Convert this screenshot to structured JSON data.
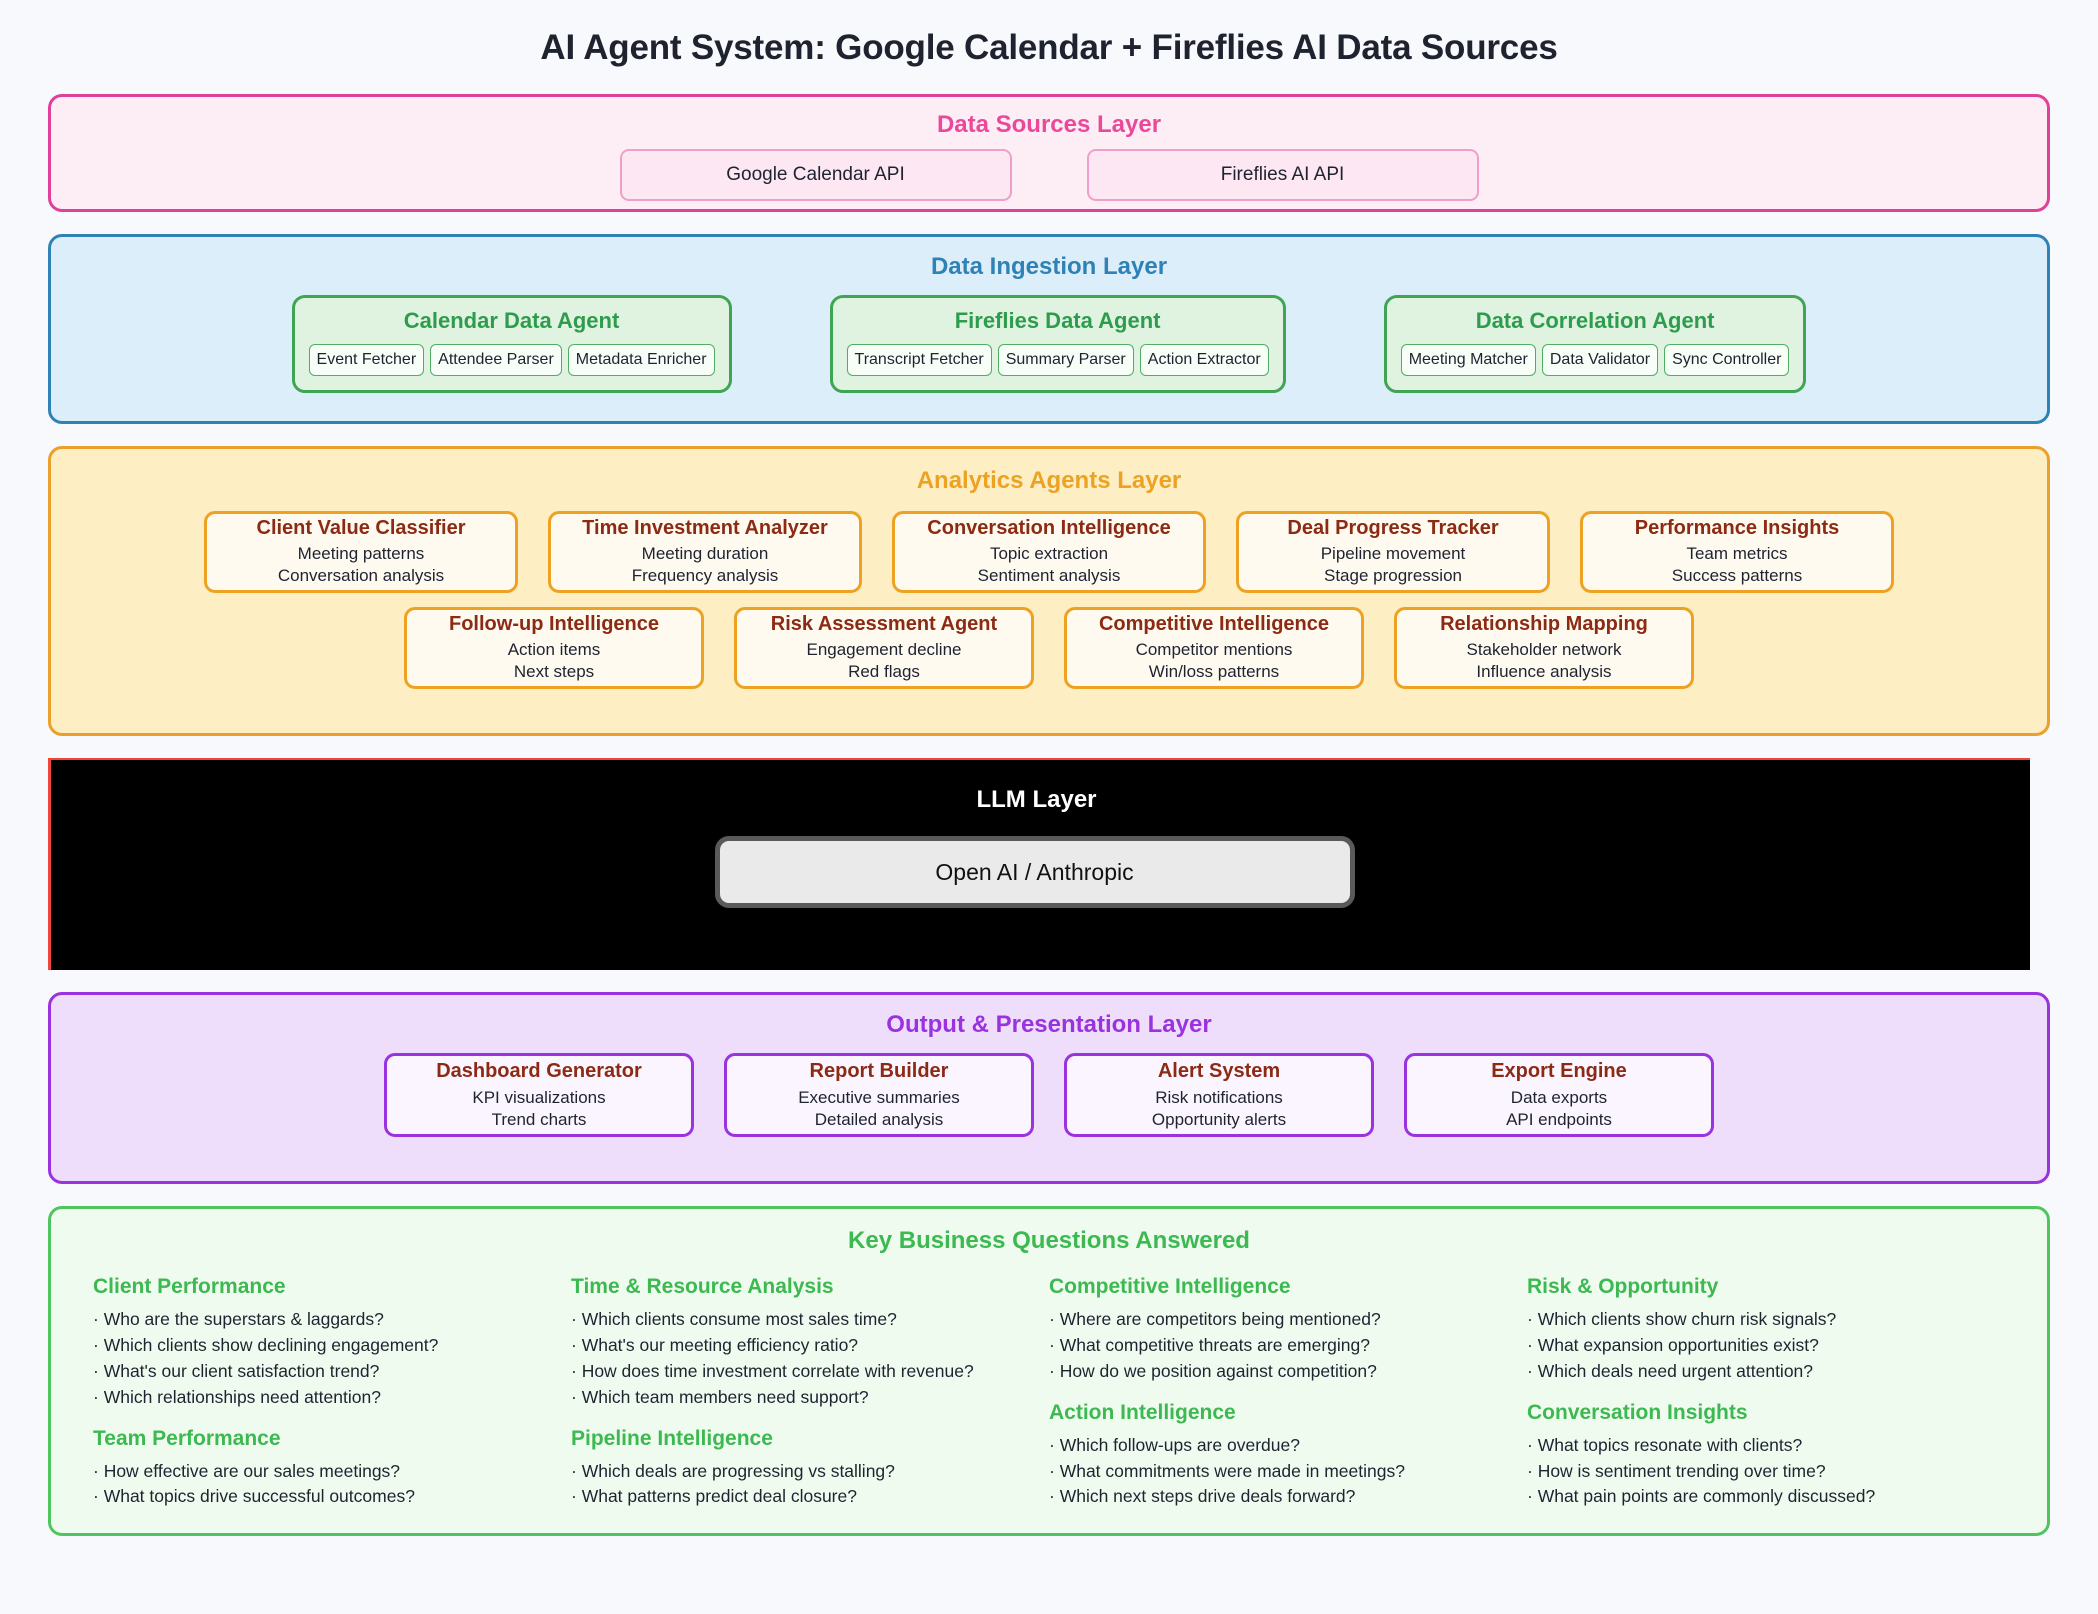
{
  "page": {
    "title": "AI Agent System: Google Calendar + Fireflies AI Data Sources"
  },
  "colors": {
    "sources_accent": "#ec4899",
    "ingestion_accent": "#2f82b5",
    "analytics_accent": "#eda224",
    "llm_bg": "#000000",
    "llm_accent": "#f0443c",
    "output_accent": "#9a32e0",
    "questions_accent": "#3cb950",
    "card_title": "#8c2a14",
    "agent_green": "#2e9c4d"
  },
  "sources_layer": {
    "title": "Data Sources Layer",
    "items": [
      {
        "label": "Google Calendar API"
      },
      {
        "label": "Fireflies AI API"
      }
    ]
  },
  "ingestion_layer": {
    "title": "Data Ingestion Layer",
    "agents": [
      {
        "title": "Calendar Data Agent",
        "chips": [
          "Event Fetcher",
          "Attendee Parser",
          "Metadata Enricher"
        ]
      },
      {
        "title": "Fireflies Data Agent",
        "chips": [
          "Transcript Fetcher",
          "Summary Parser",
          "Action Extractor"
        ]
      },
      {
        "title": "Data Correlation Agent",
        "chips": [
          "Meeting Matcher",
          "Data Validator",
          "Sync Controller"
        ]
      }
    ]
  },
  "analytics_layer": {
    "title": "Analytics Agents Layer",
    "row1": [
      {
        "title": "Client Value Classifier",
        "line1": "Meeting patterns",
        "line2": "Conversation analysis"
      },
      {
        "title": "Time Investment Analyzer",
        "line1": "Meeting duration",
        "line2": "Frequency analysis"
      },
      {
        "title": "Conversation Intelligence",
        "line1": "Topic extraction",
        "line2": "Sentiment analysis"
      },
      {
        "title": "Deal Progress Tracker",
        "line1": "Pipeline movement",
        "line2": "Stage progression"
      },
      {
        "title": "Performance Insights",
        "line1": "Team metrics",
        "line2": "Success patterns"
      }
    ],
    "row2": [
      {
        "title": "Follow-up Intelligence",
        "line1": "Action items",
        "line2": "Next steps"
      },
      {
        "title": "Risk Assessment Agent",
        "line1": "Engagement decline",
        "line2": "Red flags"
      },
      {
        "title": "Competitive Intelligence",
        "line1": "Competitor mentions",
        "line2": "Win/loss patterns"
      },
      {
        "title": "Relationship Mapping",
        "line1": "Stakeholder network",
        "line2": "Influence analysis"
      }
    ]
  },
  "llm_layer": {
    "title": "LLM Layer",
    "provider": "Open AI / Anthropic"
  },
  "output_layer": {
    "title": "Output & Presentation Layer",
    "cards": [
      {
        "title": "Dashboard Generator",
        "line1": "KPI visualizations",
        "line2": "Trend charts"
      },
      {
        "title": "Report Builder",
        "line1": "Executive summaries",
        "line2": "Detailed analysis"
      },
      {
        "title": "Alert System",
        "line1": "Risk notifications",
        "line2": "Opportunity alerts"
      },
      {
        "title": "Export Engine",
        "line1": "Data exports",
        "line2": "API endpoints"
      }
    ]
  },
  "questions_layer": {
    "title": "Key Business Questions Answered",
    "columns": [
      {
        "groups": [
          {
            "heading": "Client Performance",
            "items": [
              "· Who are the superstars & laggards?",
              "· Which clients show declining engagement?",
              "· What's our client satisfaction trend?",
              "· Which relationships need attention?"
            ]
          },
          {
            "heading": "Team Performance",
            "items": [
              "· How effective are our sales meetings?",
              "· What topics drive successful outcomes?"
            ]
          }
        ]
      },
      {
        "groups": [
          {
            "heading": "Time & Resource Analysis",
            "items": [
              "· Which clients consume most sales time?",
              "· What's our meeting efficiency ratio?",
              "· How does time investment correlate with revenue?",
              "· Which team members need support?"
            ]
          },
          {
            "heading": "Pipeline Intelligence",
            "items": [
              "· Which deals are progressing vs stalling?",
              "· What patterns predict deal closure?"
            ]
          }
        ]
      },
      {
        "groups": [
          {
            "heading": "Competitive Intelligence",
            "items": [
              "· Where are competitors being mentioned?",
              "· What competitive threats are emerging?",
              "· How do we position against competition?"
            ]
          },
          {
            "heading": "Action Intelligence",
            "items": [
              "· Which follow-ups are overdue?",
              "· What commitments were made in meetings?",
              "· Which next steps drive deals forward?"
            ]
          }
        ]
      },
      {
        "groups": [
          {
            "heading": "Risk & Opportunity",
            "items": [
              "· Which clients show churn risk signals?",
              "· What expansion opportunities exist?",
              "· Which deals need urgent attention?"
            ]
          },
          {
            "heading": "Conversation Insights",
            "items": [
              "· What topics resonate with clients?",
              "· How is sentiment trending over time?",
              "· What pain points are commonly discussed?"
            ]
          }
        ]
      }
    ]
  }
}
